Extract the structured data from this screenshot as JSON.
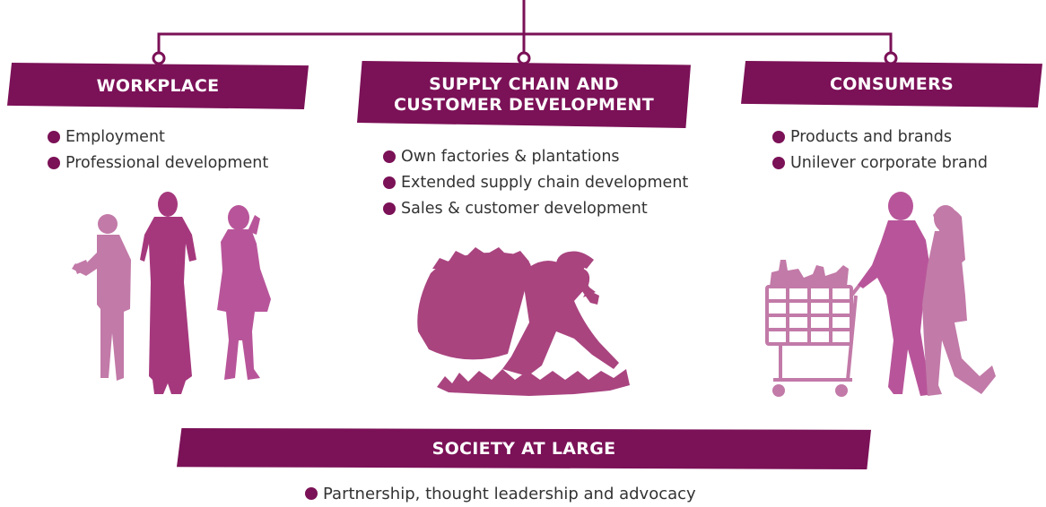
{
  "colors": {
    "header_bg": "#7b1157",
    "header_text": "#ffffff",
    "bullet": "#7b1157",
    "connector": "#7b1157",
    "silhouette_light": "#c173a6",
    "silhouette_mid": "#b0508d",
    "silhouette_dark": "#9c2f76"
  },
  "workplace": {
    "title": "WORKPLACE",
    "items": [
      "Employment",
      "Professional development"
    ]
  },
  "supply_chain": {
    "title_line1": "SUPPLY CHAIN AND",
    "title_line2": "CUSTOMER DEVELOPMENT",
    "items": [
      "Own factories & plantations",
      "Extended supply chain development",
      "Sales & customer development"
    ]
  },
  "consumers": {
    "title": "CONSUMERS",
    "items": [
      "Products and brands",
      "Unilever corporate brand"
    ]
  },
  "society": {
    "title": "SOCIETY AT LARGE",
    "items": [
      "Partnership, thought leadership and advocacy"
    ]
  },
  "illustrations": {
    "workplace": "three-workers-silhouette",
    "supply_chain": "tea-picker-silhouette",
    "consumers": "shopping-couple-with-trolley-silhouette"
  }
}
